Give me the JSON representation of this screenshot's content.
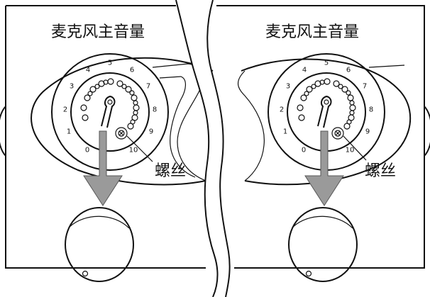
{
  "panels": [
    {
      "title": "麦克风主音量",
      "dial_numbers": [
        "0",
        "1",
        "2",
        "3",
        "4",
        "5",
        "6",
        "7",
        "8",
        "9",
        "10"
      ],
      "screw_label": "螺丝"
    },
    {
      "title": "麦克风主音量",
      "dial_numbers": [
        "0",
        "1",
        "2",
        "3",
        "4",
        "5",
        "6",
        "7",
        "8",
        "9",
        "10"
      ],
      "screw_label": "螺丝"
    }
  ],
  "colors": {
    "ink": "#111111",
    "arrow": "#9a9a9a"
  }
}
